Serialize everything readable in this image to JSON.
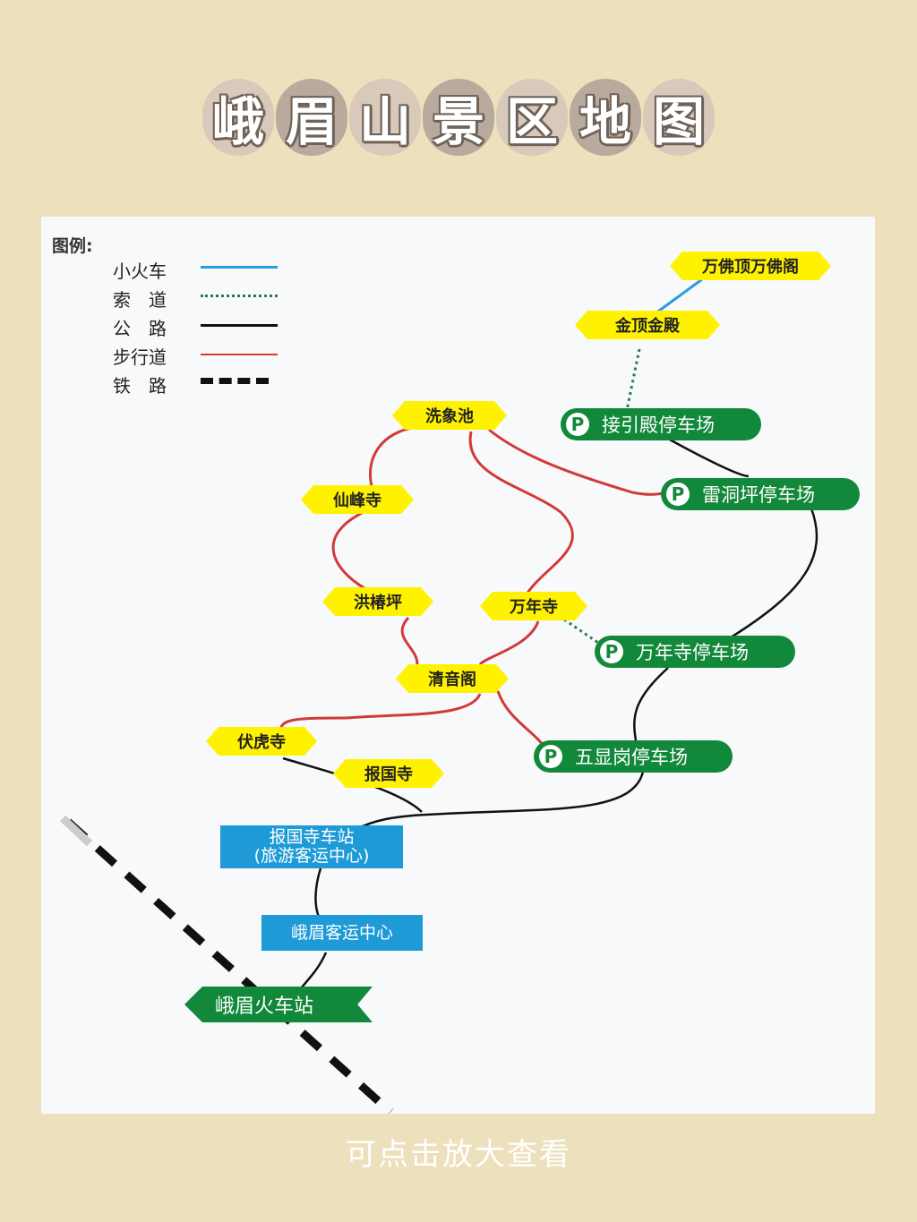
{
  "title": [
    "峨",
    "眉",
    "山",
    "景",
    "区",
    "地",
    "图"
  ],
  "legend": {
    "heading": "图例:",
    "items": [
      {
        "label": "小火车",
        "type": "train",
        "color": "#2a9be0"
      },
      {
        "label": "索　道",
        "type": "cableway",
        "color": "#2a7a5a"
      },
      {
        "label": "公　路",
        "type": "road",
        "color": "#111111"
      },
      {
        "label": "步行道",
        "type": "trail",
        "color": "#d23a3a"
      },
      {
        "label": "铁　路",
        "type": "railway",
        "color": "#111111"
      }
    ]
  },
  "attractions": {
    "wanfoding": "万佛顶万佛阁",
    "jinding": "金顶金殿",
    "xixiangchi": "洗象池",
    "xianfengsi": "仙峰寺",
    "hongchunping": "洪椿坪",
    "wanniansi": "万年寺",
    "qingyinge": "清音阁",
    "fuhusi": "伏虎寺",
    "baoguosi": "报国寺"
  },
  "parking": {
    "jieyindian": "接引殿停车场",
    "leidongping": "雷洞坪停车场",
    "wanniansi": "万年寺停车场",
    "wuxiangang": "五显岗停车场",
    "badge": "P"
  },
  "stations": {
    "baoguosi_line1": "报国寺车站",
    "baoguosi_line2": "(旅游客运中心)",
    "emei_bus": "峨眉客运中心",
    "emei_train": "峨眉火车站"
  },
  "colors": {
    "background": "#ede0bd",
    "attraction": "#fff200",
    "parking": "#12883a",
    "station": "#1e9ad6",
    "trail": "#d23a3a",
    "train": "#2a9be0"
  },
  "hint": "可点击放大查看"
}
